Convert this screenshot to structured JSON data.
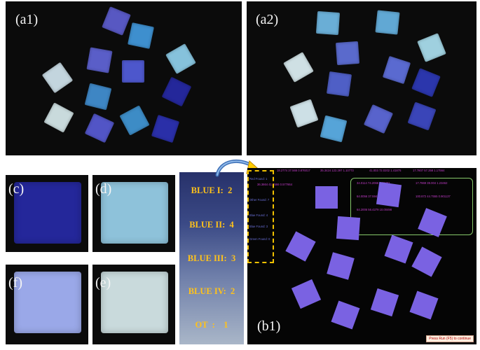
{
  "panels": {
    "a1": "(a1)",
    "a2": "(a2)",
    "c": "(c)",
    "d": "(d)",
    "f": "(f)",
    "e": "(e)",
    "b1": "(b1)"
  },
  "legend": [
    "BLUE I:  2",
    "BLUE II:  4",
    "BLUE III:  3",
    "BLUE IV:  2",
    "OT  :    1"
  ],
  "b1_overlay": {
    "top_readouts": [
      "18.2774  37.566  0.876017",
      "35.3424  122.297  1.10773",
      "41.003  72.0202  1.41875",
      "17.7807  57.358  1.17564"
    ],
    "row2_readout": "36.3664  41.2566  0.577864",
    "green_readouts": [
      "34.0114  74.2066  1.18462",
      "17.7969  39.004  1.23462",
      "64.0056  37.5941  0.9747",
      "100.872  44.7555  0.901137",
      "64.2006  56.4279  10.00498"
    ],
    "side_labels": [
      "Red Found: 1",
      "Other Found: 7",
      "Blue Found: 4",
      "Blue Found: 3",
      "Green Found: 0"
    ],
    "status": "Press Run (F5) to continue"
  },
  "colors": {
    "blue_i": "#24279a",
    "blue_ii": "#3f86c4",
    "blue_iii": "#4d57cc",
    "blue_iv": "#8ec2da",
    "ot": "#c9dadc",
    "detected_tile": "#7a62e2",
    "legend_text": "#ffc21a"
  }
}
